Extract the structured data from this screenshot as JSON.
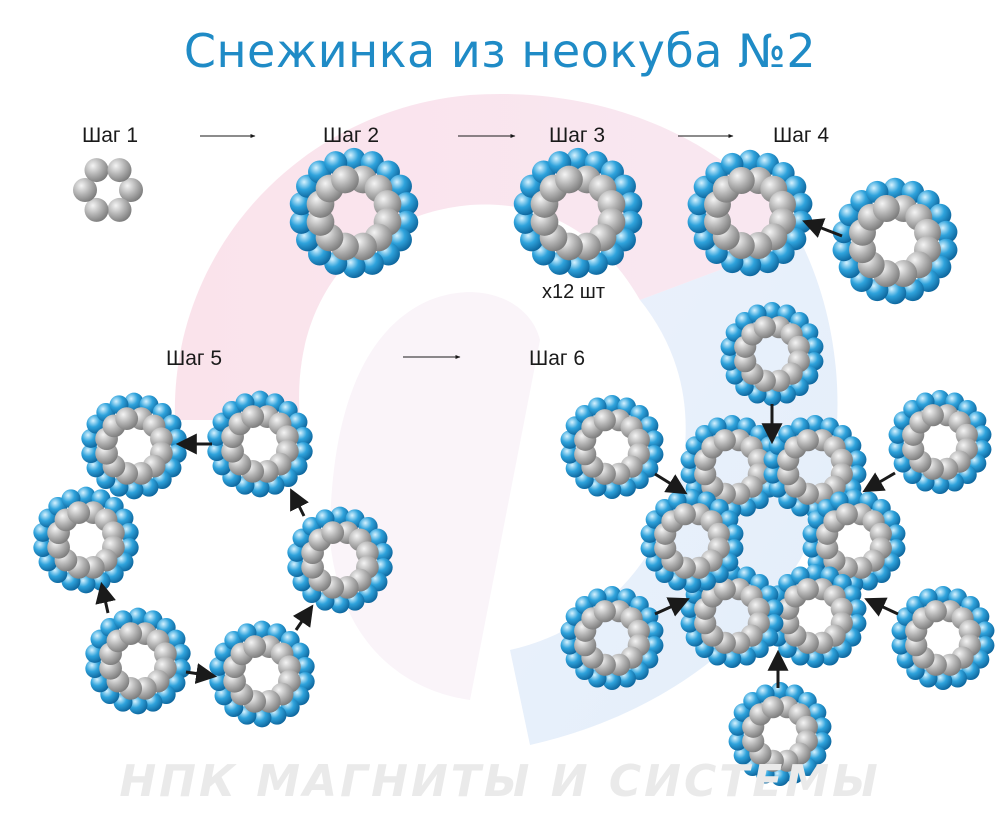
{
  "title": "Снежинка из неокуба №2",
  "steps": {
    "s1": "Шаг 1",
    "s2": "Шаг 2",
    "s3": "Шаг 3",
    "s4": "Шаг 4",
    "s5": "Шаг 5",
    "s6": "Шаг 6"
  },
  "count_label": "x12 шт",
  "watermark": "НПК МАГНИТЫ И СИСТЕМЫ",
  "colors": {
    "title": "#1f8bc6",
    "blue_ball_light": "#d6f2ff",
    "blue_ball_mid": "#2fa3dc",
    "blue_ball_dark": "#0a5f96",
    "gray_ball_light": "#f4f4f4",
    "gray_ball_mid": "#b3b3b3",
    "gray_ball_dark": "#767676",
    "arrow": "#1a1a1a",
    "watermark_pink": "#f6c9d9",
    "watermark_blue": "#c9def5"
  },
  "icons": {
    "ball": "magnetic-sphere",
    "arrow": "arrow-right"
  }
}
